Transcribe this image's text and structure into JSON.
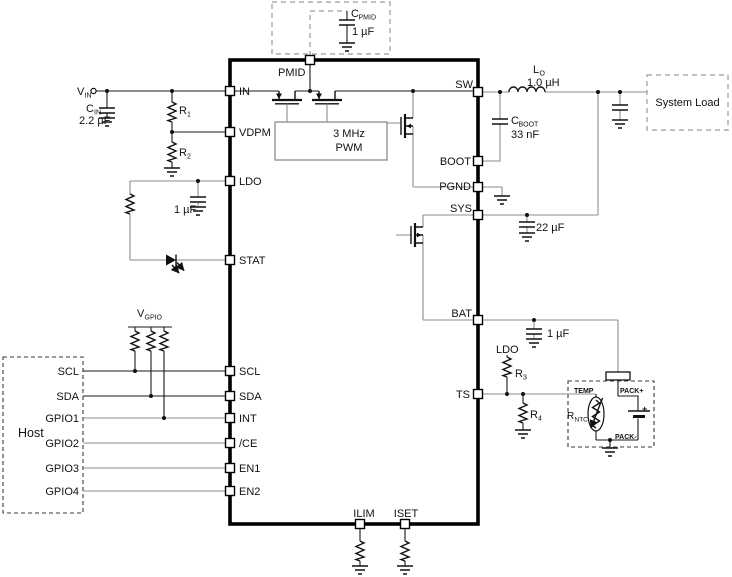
{
  "colors": {
    "line_black": "#1a1a1a",
    "line_gray": "#8c8c8c"
  },
  "ic": {
    "pin_top": "PMID",
    "pins_left": [
      "IN",
      "VDPM",
      "LDO",
      "STAT",
      "SCL",
      "SDA",
      "INT",
      "/CE",
      "EN1",
      "EN2"
    ],
    "pins_right": [
      "SW",
      "BOOT",
      "PGND",
      "SYS",
      "BAT",
      "TS"
    ],
    "pins_bottom": [
      "ILIM",
      "ISET"
    ],
    "pwm_line1": "3 MHz",
    "pwm_line2": "PWM"
  },
  "host": {
    "title": "Host",
    "pins": [
      "SCL",
      "SDA",
      "GPIO1",
      "GPIO2",
      "GPIO3",
      "GPIO4"
    ]
  },
  "system_load": {
    "label": "System Load"
  },
  "battery_pack": {
    "temp": "TEMP",
    "pack_plus": "PACK+",
    "pack_minus": "PACK-",
    "rntc_main": "R",
    "rntc_sub": "NTC",
    "plus": "+"
  },
  "components": {
    "vin_main": "V",
    "vin_sub": "IN",
    "cin_main": "C",
    "cin_sub": "IN",
    "cin_value": "2.2 µF",
    "r1_main": "R",
    "r1_sub": "1",
    "r2_main": "R",
    "r2_sub": "2",
    "ldo_cap_value": "1 µF",
    "vgpio_main": "V",
    "vgpio_sub": "GPIO",
    "cpmid_main": "C",
    "cpmid_sub": "PMID",
    "cpmid_value": "1 µF",
    "lo_main": "L",
    "lo_sub": "O",
    "lo_value": "1.0 µH",
    "cboot_main": "C",
    "cboot_sub": "BOOT",
    "cboot_value": "33 nF",
    "sys_cap_value": "22 µF",
    "bat_cap_value": "1 µF",
    "ldo_net_label": "LDO",
    "r3_main": "R",
    "r3_sub": "3",
    "r4_main": "R",
    "r4_sub": "4"
  }
}
